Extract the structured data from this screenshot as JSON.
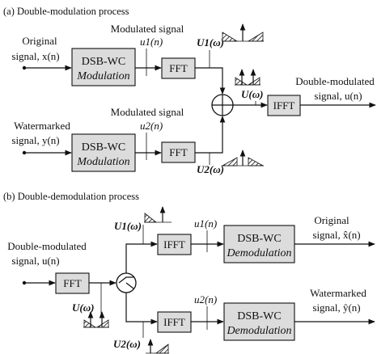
{
  "part_a": {
    "title": "(a) Double-modulation process",
    "input1": {
      "line1": "Original",
      "line2": "signal, x(n)"
    },
    "input2": {
      "line1": "Watermarked",
      "line2": "signal, y(n)"
    },
    "dsb1": {
      "line1": "DSB-WC",
      "line2": "Modulation"
    },
    "dsb2": {
      "line1": "DSB-WC",
      "line2": "Modulation"
    },
    "mod_label1": "Modulated signal",
    "mod_label2": "Modulated signal",
    "u1n": "u1(n)",
    "u2n": "u2(n)",
    "fft1": "FFT",
    "fft2": "FFT",
    "U1w": "U1(ω)",
    "U2w": "U2(ω)",
    "Uw": "U(ω)",
    "ifft": "IFFT",
    "output": {
      "line1": "Double-modulated",
      "line2": "signal, u(n)"
    }
  },
  "part_b": {
    "title": "(b) Double-demodulation process",
    "input": {
      "line1": "Double-modulated",
      "line2": "signal, u(n)"
    },
    "fft": "FFT",
    "Uw": "U(ω)",
    "U1w": "U1(ω)",
    "U2w": "U2(ω)",
    "ifft1": "IFFT",
    "ifft2": "IFFT",
    "u1n": "u1(n)",
    "u2n": "u2(n)",
    "dsb1": {
      "line1": "DSB-WC",
      "line2": "Demodulation"
    },
    "dsb2": {
      "line1": "DSB-WC",
      "line2": "Demodulation"
    },
    "out1": {
      "line1": "Original",
      "line2": "signal, x̂(n)"
    },
    "out2": {
      "line1": "Watermarked",
      "line2": "signal, ŷ(n)"
    }
  }
}
